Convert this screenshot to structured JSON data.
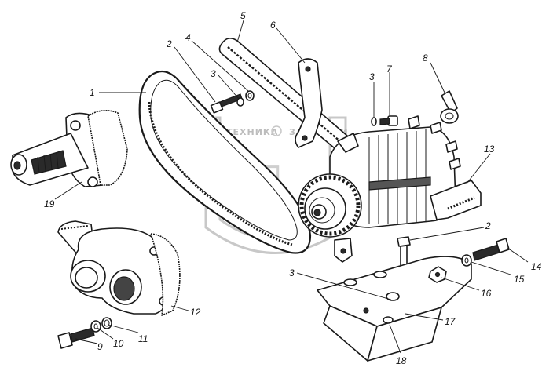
{
  "watermark": {
    "text_left": "ТЕХНИКА",
    "text_right": "ЗАПЧАСТИ",
    "letters": "ЭП"
  },
  "callouts": [
    {
      "id": "c1",
      "label": "1"
    },
    {
      "id": "c2a",
      "label": "2"
    },
    {
      "id": "c2b",
      "label": "2"
    },
    {
      "id": "c3a",
      "label": "3"
    },
    {
      "id": "c3b",
      "label": "3"
    },
    {
      "id": "c3c",
      "label": "3"
    },
    {
      "id": "c4",
      "label": "4"
    },
    {
      "id": "c5",
      "label": "5"
    },
    {
      "id": "c6",
      "label": "6"
    },
    {
      "id": "c7",
      "label": "7"
    },
    {
      "id": "c8",
      "label": "8"
    },
    {
      "id": "c9",
      "label": "9"
    },
    {
      "id": "c10",
      "label": "10"
    },
    {
      "id": "c11",
      "label": "11"
    },
    {
      "id": "c12",
      "label": "12"
    },
    {
      "id": "c13",
      "label": "13"
    },
    {
      "id": "c14",
      "label": "14"
    },
    {
      "id": "c15",
      "label": "15"
    },
    {
      "id": "c16",
      "label": "16"
    },
    {
      "id": "c17",
      "label": "17"
    },
    {
      "id": "c18",
      "label": "18"
    },
    {
      "id": "c19",
      "label": "19"
    }
  ]
}
